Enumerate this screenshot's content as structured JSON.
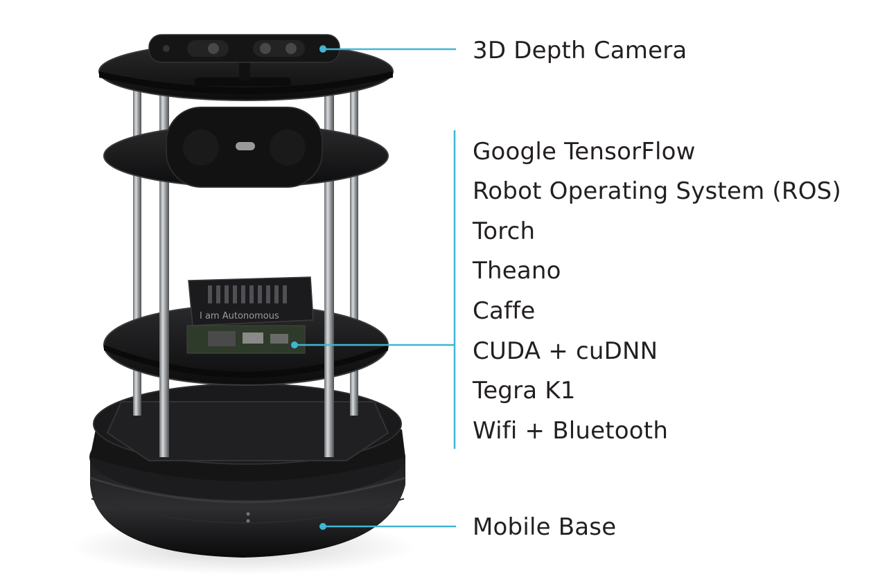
{
  "colors": {
    "leader_line": "#3fb6d4",
    "text": "#231f20",
    "robot_dark": "#151515",
    "rod": "#a9acaf"
  },
  "annotations": {
    "camera": "3D Depth Camera",
    "software": [
      "Google TensorFlow",
      "Robot Operating System (ROS)",
      "Torch",
      "Theano",
      "Caffe",
      "CUDA + cuDNN",
      "Tegra K1",
      "Wifi + Bluetooth"
    ],
    "base": "Mobile Base"
  },
  "board_enclosure_text": "I am Autonomous"
}
